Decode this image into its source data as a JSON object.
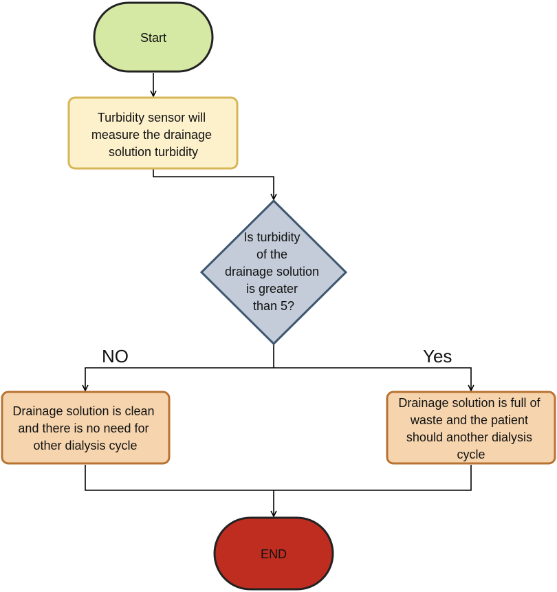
{
  "nodes": {
    "start": {
      "label": "Start",
      "fill": "#d5e8a4",
      "stroke": "#222222"
    },
    "measure": {
      "lines": [
        "Turbidity sensor will",
        "measure the drainage",
        "solution turbidity"
      ],
      "fill": "#fdf1cc",
      "stroke": "#d6b656"
    },
    "decision": {
      "lines": [
        "Is turbidity",
        "of the",
        "drainage solution",
        "is greater",
        "than 5?"
      ],
      "fill": "#c3ccd8",
      "stroke": "#3e5670"
    },
    "clean": {
      "lines": [
        "Drainage solution is clean",
        "and there is no need for",
        "other dialysis cycle"
      ],
      "fill": "#f6d5ae",
      "stroke": "#b87333"
    },
    "waste": {
      "lines": [
        "Drainage solution is full of",
        "waste and the patient",
        "should another dialysis",
        "cycle"
      ],
      "fill": "#f6d5ae",
      "stroke": "#b87333"
    },
    "end": {
      "label": "END",
      "fill": "#be2d20",
      "stroke": "#222222"
    }
  },
  "branches": {
    "no_label": "NO",
    "yes_label": "Yes"
  }
}
